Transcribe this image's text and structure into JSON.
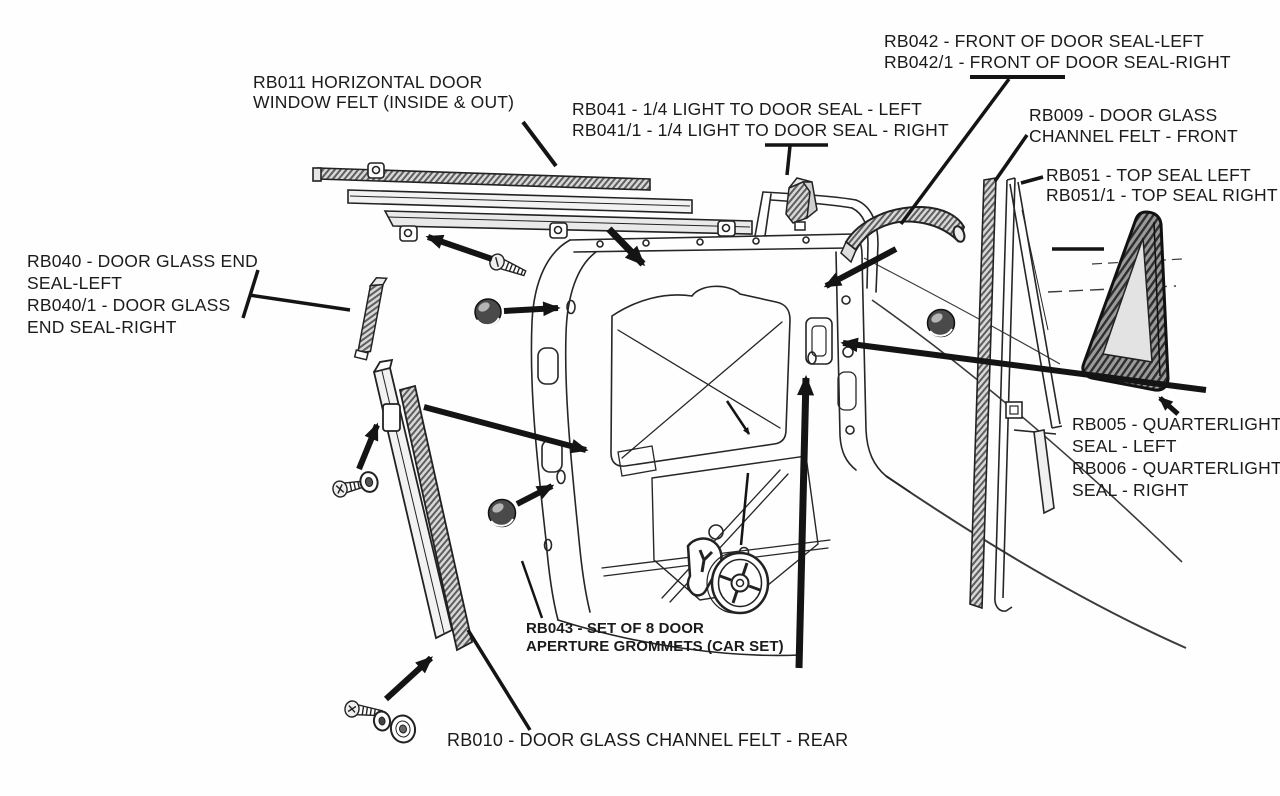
{
  "diagram": {
    "title_context": "car door seals and felts exploded parts diagram",
    "colors": {
      "background": "#ffffff",
      "ink": "#1b1b1b",
      "felt_gray": "#d8d8d8",
      "seal_gray": "#9a9a9a"
    },
    "labels": {
      "rb011": {
        "lines": [
          "RB011 HORIZONTAL DOOR",
          "WINDOW FELT (INSIDE & OUT)"
        ]
      },
      "rb041": {
        "lines": [
          "RB041 - 1/4 LIGHT TO DOOR SEAL - LEFT",
          "RB041/1 - 1/4 LIGHT TO DOOR SEAL - RIGHT"
        ]
      },
      "rb042": {
        "lines": [
          "RB042 - FRONT OF DOOR SEAL-LEFT",
          "RB042/1 - FRONT OF DOOR SEAL-RIGHT"
        ]
      },
      "rb009": {
        "lines": [
          "RB009 - DOOR GLASS",
          "CHANNEL FELT - FRONT"
        ]
      },
      "rb051": {
        "lines": [
          "RB051 - TOP SEAL LEFT",
          "RB051/1 - TOP SEAL RIGHT"
        ]
      },
      "rb040": {
        "lines": [
          "RB040 - DOOR GLASS END",
          "SEAL-LEFT",
          "RB040/1 - DOOR GLASS",
          "END SEAL-RIGHT"
        ]
      },
      "rb005": {
        "lines": [
          "RB005 - QUARTERLIGHT",
          "SEAL - LEFT",
          "RB006 - QUARTERLIGHT",
          "SEAL - RIGHT"
        ]
      },
      "rb043": {
        "lines": [
          "RB043 - SET OF 8 DOOR",
          "APERTURE GROMMETS (CAR SET)"
        ]
      },
      "rb010": {
        "lines": [
          "RB010 - DOOR GLASS CHANNEL FELT - REAR"
        ]
      }
    },
    "parts_depicted": [
      "horizontal-window-felt-strips",
      "door-inner-panel",
      "rear-door-glass-channel-felt",
      "front-door-glass-channel-felt",
      "quarterlight-frame",
      "quarterlight-seal",
      "front-of-door-seal",
      "quarter-light-to-door-seal",
      "door-glass-end-seal",
      "aperture-grommets",
      "fixing-screws",
      "washers",
      "regulator-wheel",
      "spring-clip"
    ]
  }
}
